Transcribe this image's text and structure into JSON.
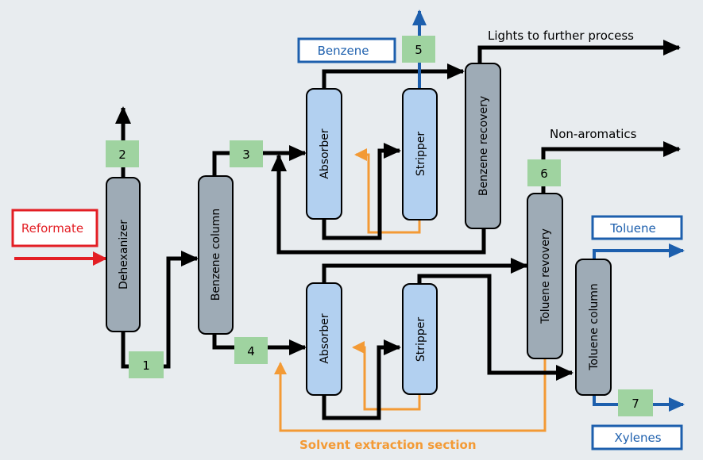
{
  "colors": {
    "background": "#e8ecef",
    "gray_vessel": "#9eabb6",
    "blue_vessel": "#b2d0f0",
    "stream_label_box": "#9fd3a0",
    "feed_red": "#e31e24",
    "product_blue": "#1d5fad",
    "solvent_orange": "#f39a35",
    "line_black": "#000000"
  },
  "feed": {
    "label": "Reformate"
  },
  "columns": {
    "dehexanizer": "Dehexanizer",
    "benzene_column": "Benzene column",
    "absorber_top": "Absorber",
    "stripper_top": "Stripper",
    "benzene_recovery": "Benzene recovery",
    "absorber_bottom": "Absorber",
    "stripper_bottom": "Stripper",
    "toluene_recovery": "Toluene revovery",
    "toluene_column": "Toluene column"
  },
  "stream_numbers": [
    "1",
    "2",
    "3",
    "4",
    "5",
    "6",
    "7"
  ],
  "products": {
    "benzene": "Benzene",
    "toluene": "Toluene",
    "xylenes": "Xylenes"
  },
  "outlets": {
    "lights": "Lights to further process",
    "non_aromatics": "Non-aromatics"
  },
  "section_label": "Solvent extraction section"
}
